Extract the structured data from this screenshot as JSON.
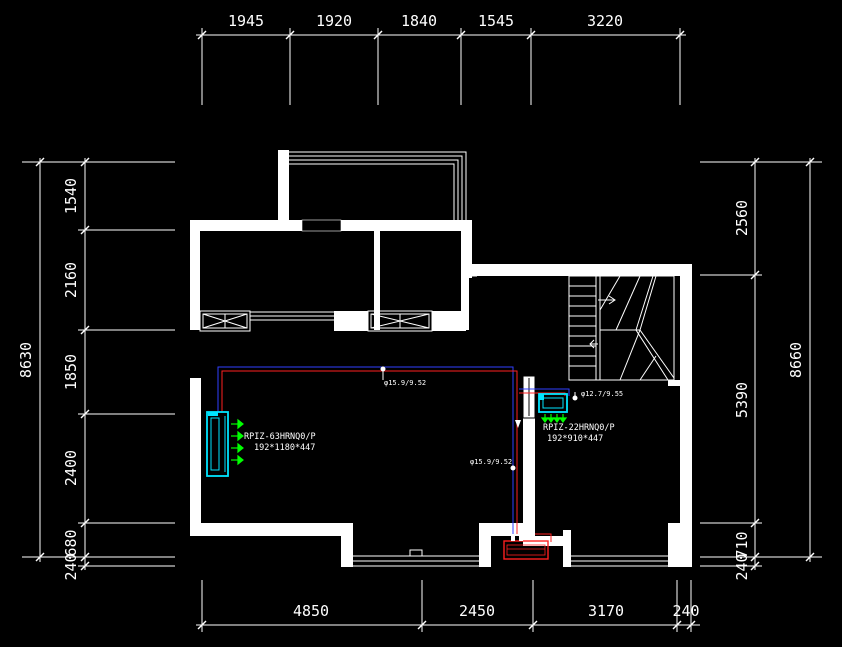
{
  "dimensions": {
    "top": [
      "1945",
      "1920",
      "1840",
      "1545",
      "3220"
    ],
    "bottom": [
      "4850",
      "2450",
      "3170",
      "240"
    ],
    "left_total": "8630",
    "left": [
      "1540",
      "2160",
      "1850",
      "2400",
      "680",
      "240"
    ],
    "right_total": "8660",
    "right": [
      "2560",
      "5390",
      "710",
      "240"
    ]
  },
  "units": {
    "unit1": {
      "model": "RPIZ-63HRNQ0/P",
      "size": "192*1180*447"
    },
    "unit2": {
      "model": "RPIZ-22HRNQ0/P",
      "size": "192*910*447"
    }
  },
  "pipes": {
    "label_top": "φ15.9/9.52",
    "label_mid": "φ15.9/9.52",
    "label_right": "φ12.7/9.55"
  },
  "colors": {
    "background": "#000000",
    "wall": "#ffffff",
    "gas_pipe": "#ff2020",
    "liquid_pipe": "#3040ff",
    "indoor_unit": "#00e5ff",
    "airflow": "#00ff00",
    "outdoor_unit": "#ff2020"
  }
}
